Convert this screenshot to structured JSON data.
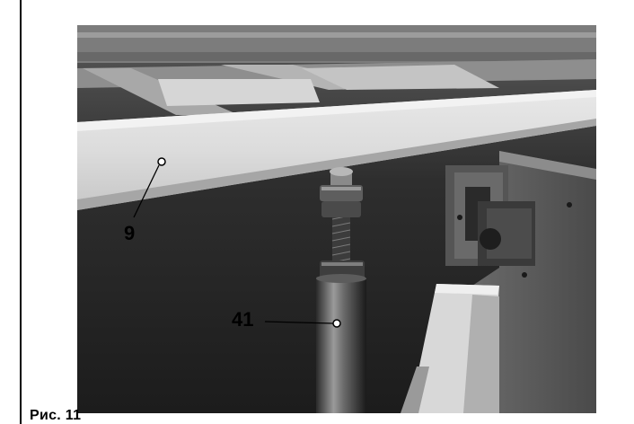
{
  "figure": {
    "caption": "Рис. 11",
    "callouts": [
      {
        "id": "beam",
        "label": "9"
      },
      {
        "id": "support-pipe",
        "label": "41"
      }
    ]
  },
  "colors": {
    "ink": "#000000",
    "paper": "#ffffff"
  }
}
